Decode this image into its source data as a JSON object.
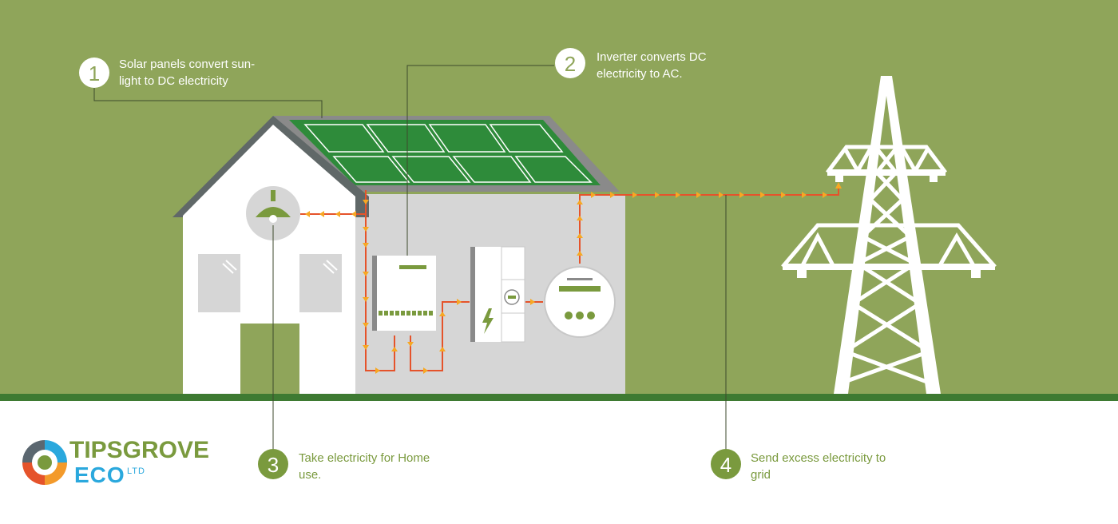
{
  "colors": {
    "background": "#8fa55a",
    "ground": "#3e7a32",
    "bottom_area": "#ffffff",
    "house_white": "#ffffff",
    "house_grey": "#d6d6d6",
    "roof_grey": "#8a8a8a",
    "solar_green": "#2e8b3a",
    "accent_green": "#7a9a3e",
    "wire_red": "#e5532b",
    "arrow_orange": "#f7a823",
    "logo_blue": "#2aa8dd",
    "logo_grey": "#5b6770",
    "logo_red": "#e5532b",
    "logo_orange": "#f39a2b"
  },
  "steps": [
    {
      "number": "1",
      "text": "Solar panels convert sun-\nlight to DC electricity"
    },
    {
      "number": "2",
      "text": "Inverter converts DC\nelectricity to AC."
    },
    {
      "number": "3",
      "text": "Take electricity for Home\nuse."
    },
    {
      "number": "4",
      "text": "Send excess electricity to\ngrid"
    }
  ],
  "brand": {
    "name_line1": "TIPSGROVE",
    "name_line2": "ECO",
    "suffix": "LTD"
  },
  "icons": {
    "logo": "tipsgrove-eco-logo-icon",
    "lamp": "ceiling-lamp-icon",
    "solar": "solar-panel-icon",
    "inverter": "inverter-icon",
    "battery": "battery-icon",
    "meter": "electricity-meter-icon",
    "pylon": "power-pylon-icon"
  }
}
